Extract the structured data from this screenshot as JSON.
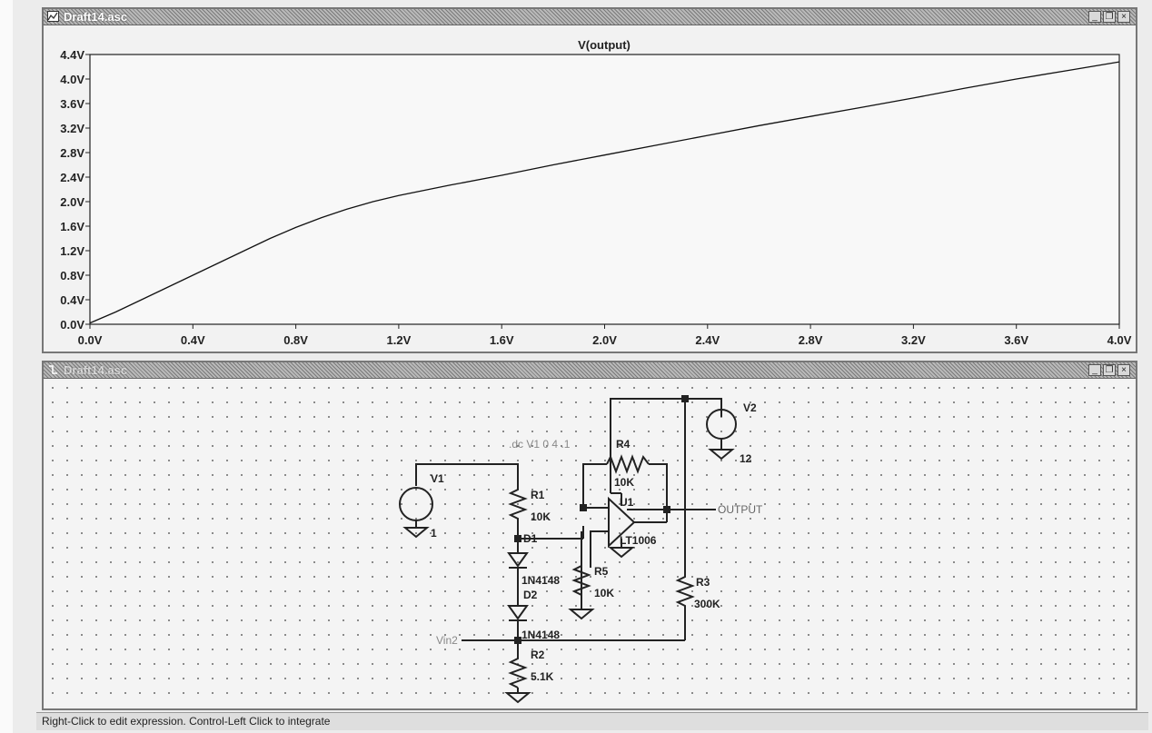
{
  "plot_window": {
    "title": "Draft14.asc",
    "buttons": {
      "minimize": "_",
      "restore": "❐",
      "close": "×"
    }
  },
  "schematic_window": {
    "title": "Draft14.asc",
    "buttons": {
      "minimize": "_",
      "restore": "❐",
      "close": "×"
    }
  },
  "chart_data": {
    "type": "line",
    "title": "V(output)",
    "xlabel": "",
    "ylabel": "",
    "xlim": [
      0,
      4
    ],
    "ylim": [
      0,
      4.4
    ],
    "x_ticks": [
      "0.0V",
      "0.4V",
      "0.8V",
      "1.2V",
      "1.6V",
      "2.0V",
      "2.4V",
      "2.8V",
      "3.2V",
      "3.6V",
      "4.0V"
    ],
    "y_ticks": [
      "0.0V",
      "0.4V",
      "0.8V",
      "1.2V",
      "1.6V",
      "2.0V",
      "2.4V",
      "2.8V",
      "3.2V",
      "3.6V",
      "4.0V",
      "4.4V"
    ],
    "grid": false,
    "series": [
      {
        "name": "V(output)",
        "x": [
          0,
          0.1,
          0.2,
          0.3,
          0.4,
          0.5,
          0.6,
          0.7,
          0.8,
          0.9,
          1.0,
          1.1,
          1.2,
          1.4,
          1.6,
          1.8,
          2.0,
          2.2,
          2.4,
          2.6,
          2.8,
          3.0,
          3.2,
          3.4,
          3.6,
          3.8,
          4.0
        ],
        "y": [
          0.02,
          0.2,
          0.4,
          0.6,
          0.8,
          1.0,
          1.2,
          1.4,
          1.58,
          1.74,
          1.88,
          2.0,
          2.1,
          2.27,
          2.43,
          2.6,
          2.76,
          2.92,
          3.08,
          3.24,
          3.39,
          3.54,
          3.69,
          3.85,
          4.0,
          4.14,
          4.28
        ]
      }
    ]
  },
  "schematic": {
    "directive": ".dc V1 0 4 .1",
    "labels": {
      "V1": "V1",
      "V1_value": "1",
      "V2": "V2",
      "V2_value": "12",
      "R1": "R1",
      "R1_value": "10K",
      "R2": "R2",
      "R2_value": "5.1K",
      "R3": "R3",
      "R3_value": "300K",
      "R4": "R4",
      "R4_value": "10K",
      "R5": "R5",
      "R5_value": "10K",
      "D1": "D1",
      "D1_value": "1N4148",
      "D2": "D2",
      "D2_value": "1N4148",
      "U1": "U1",
      "U1_value": "LT1006",
      "net_output": "OUTPUT",
      "net_vin2": "Vin2"
    }
  },
  "status_bar": {
    "text": "Right-Click to edit expression. Control-Left Click to integrate"
  }
}
